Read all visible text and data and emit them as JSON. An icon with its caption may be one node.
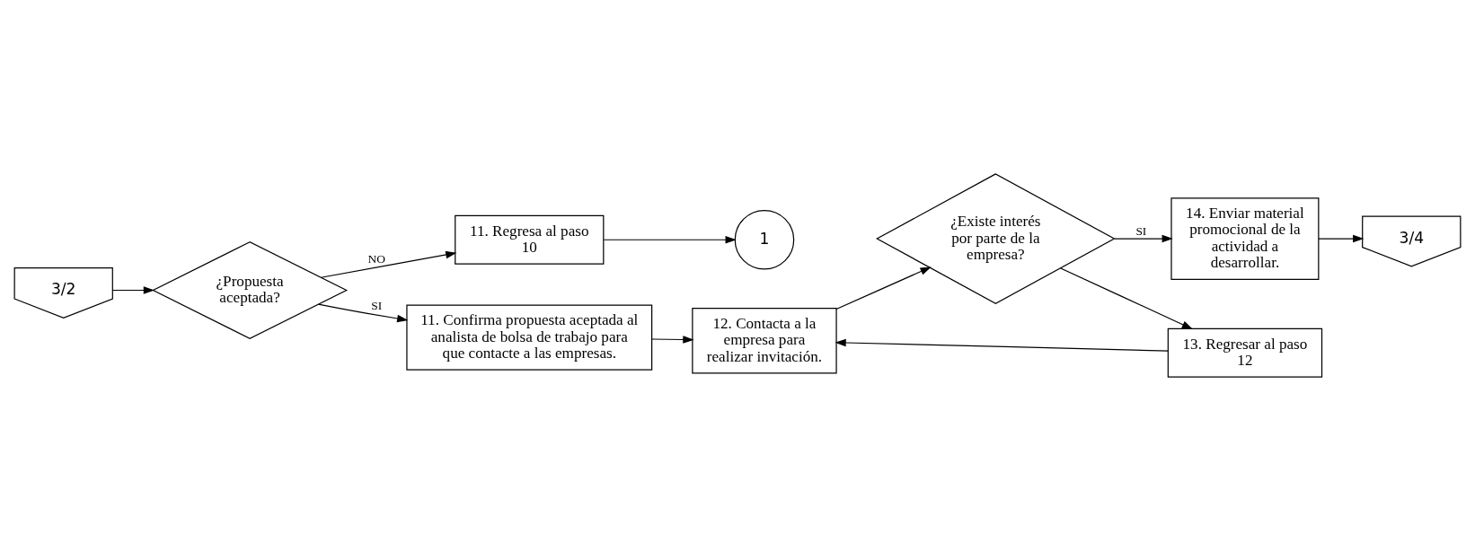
{
  "diagram": {
    "nodes": [
      {
        "text": [
          "3/2"
        ]
      },
      {
        "text": [
          "¿Propuesta aceptada?"
        ]
      },
      {
        "text": [
          "11. Regresa al paso 10"
        ]
      },
      {
        "text": [
          "1"
        ]
      },
      {
        "text": [
          "11. Confirma propuesta aceptada al analista de bolsa de trabajo para que contacte a las empresas."
        ]
      },
      {
        "text": [
          "12. Contacta a la empresa para realizar invitación."
        ]
      },
      {
        "text": [
          "13. Regresar al paso 12"
        ]
      },
      {
        "text": [
          "¿Existe interés por parte de la empresa?"
        ]
      },
      {
        "text": [
          "14. Enviar material promocional de la actividad a desarrollar."
        ]
      },
      {
        "text": [
          "3/4"
        ]
      }
    ],
    "edges": [
      {
        "from": 0,
        "to": 1,
        "arrow": "to"
      },
      {
        "from": 1,
        "to": 2,
        "arrow": "to",
        "label": "NO"
      },
      {
        "from": 2,
        "to": 3,
        "arrow": "to"
      },
      {
        "from": 1,
        "to": 4,
        "arrow": "to",
        "label": "SI"
      },
      {
        "from": 4,
        "to": 5,
        "arrow": "to"
      },
      {
        "from": 5,
        "to": 7,
        "arrow": "to"
      },
      {
        "from": 7,
        "to": 6,
        "arrow": "to"
      },
      {
        "from": 6,
        "to": 5,
        "arrow": "to"
      },
      {
        "from": 7,
        "to": 8,
        "arrow": "to",
        "label": "SI"
      },
      {
        "from": 8,
        "to": 9,
        "arrow": "to"
      }
    ]
  }
}
